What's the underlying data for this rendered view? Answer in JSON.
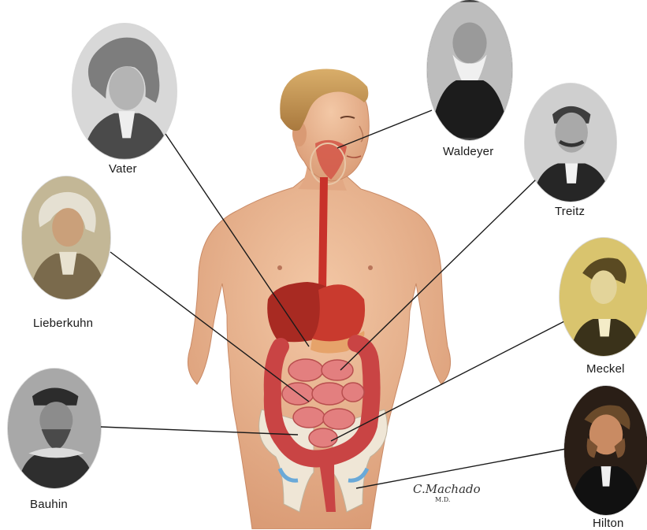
{
  "labels": {
    "vater": "Vater",
    "lieberkuhn": "Lieberkuhn",
    "bauhin": "Bauhin",
    "waldeyer": "Waldeyer",
    "treitz": "Treitz",
    "meckel": "Meckel",
    "hilton": "Hilton"
  },
  "signature": {
    "name": "C.Machado",
    "suffix": "M.D."
  },
  "colors": {
    "skin": "#e9b48f",
    "organ_red": "#c8312a",
    "intestine": "#d96b6b",
    "leader_line": "#1a1a1a",
    "meckel_bg": "#d7c068"
  }
}
